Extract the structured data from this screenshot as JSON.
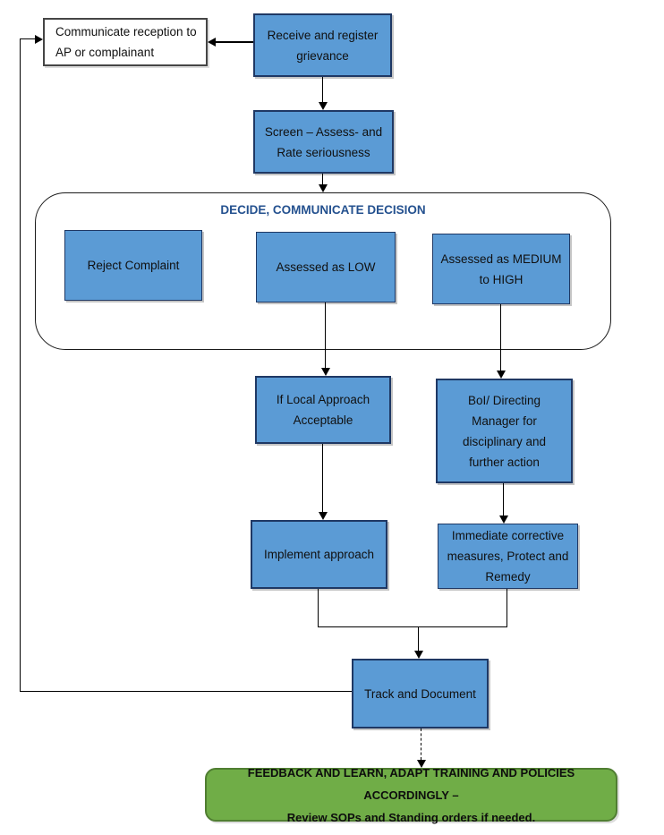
{
  "diagram": {
    "type": "flowchart",
    "subject": "Grievance handling process",
    "colors": {
      "process_fill": "#5B9BD5",
      "process_border": "#1f3864",
      "plain_fill": "#ffffff",
      "plain_border": "#454545",
      "group_title": "#24518F",
      "feedback_fill": "#70AD47",
      "feedback_border": "#507E32",
      "connector": "#000000"
    },
    "nodes": {
      "communicate": {
        "label": "Communicate reception to\nAP or complainant"
      },
      "receive": {
        "label": "Receive and register\ngrievance"
      },
      "screen": {
        "label": "Screen – Assess- and\nRate seriousness"
      },
      "decide_group_title": "DECIDE, COMMUNICATE DECISION",
      "reject": {
        "label": "Reject Complaint"
      },
      "low": {
        "label": "Assessed as LOW"
      },
      "medium": {
        "label": "Assessed as MEDIUM\nto HIGH"
      },
      "iflocal": {
        "label": "If Local Approach\nAcceptable"
      },
      "boi": {
        "label": "BoI/ Directing\nManager for\ndisciplinary  and\nfurther action"
      },
      "implement": {
        "label": "Implement approach"
      },
      "immediate": {
        "label": "Immediate corrective\nmeasures, Protect and\nRemedy"
      },
      "track": {
        "label": "Track and Document"
      },
      "feedback": {
        "label": "FEEDBACK AND LEARN, ADAPT TRAINING AND POLICIES ACCORDINGLY –\nReview SOPs and Standing orders if needed."
      }
    },
    "edges": [
      {
        "from": "receive",
        "to": "communicate",
        "style": "solid-arrow"
      },
      {
        "from": "receive",
        "to": "screen",
        "style": "solid-arrow"
      },
      {
        "from": "screen",
        "to": "decide_group",
        "style": "solid-arrow"
      },
      {
        "from": "low",
        "to": "iflocal",
        "style": "solid-arrow"
      },
      {
        "from": "medium",
        "to": "boi",
        "style": "solid-arrow"
      },
      {
        "from": "iflocal",
        "to": "implement",
        "style": "solid-arrow"
      },
      {
        "from": "boi",
        "to": "immediate",
        "style": "solid-arrow"
      },
      {
        "from": "implement",
        "to": "track",
        "style": "solid-merge-arrow"
      },
      {
        "from": "immediate",
        "to": "track",
        "style": "solid-merge-arrow"
      },
      {
        "from": "track",
        "to": "communicate",
        "style": "solid-loop-arrow"
      },
      {
        "from": "track",
        "to": "feedback",
        "style": "dashed-arrow"
      }
    ]
  }
}
